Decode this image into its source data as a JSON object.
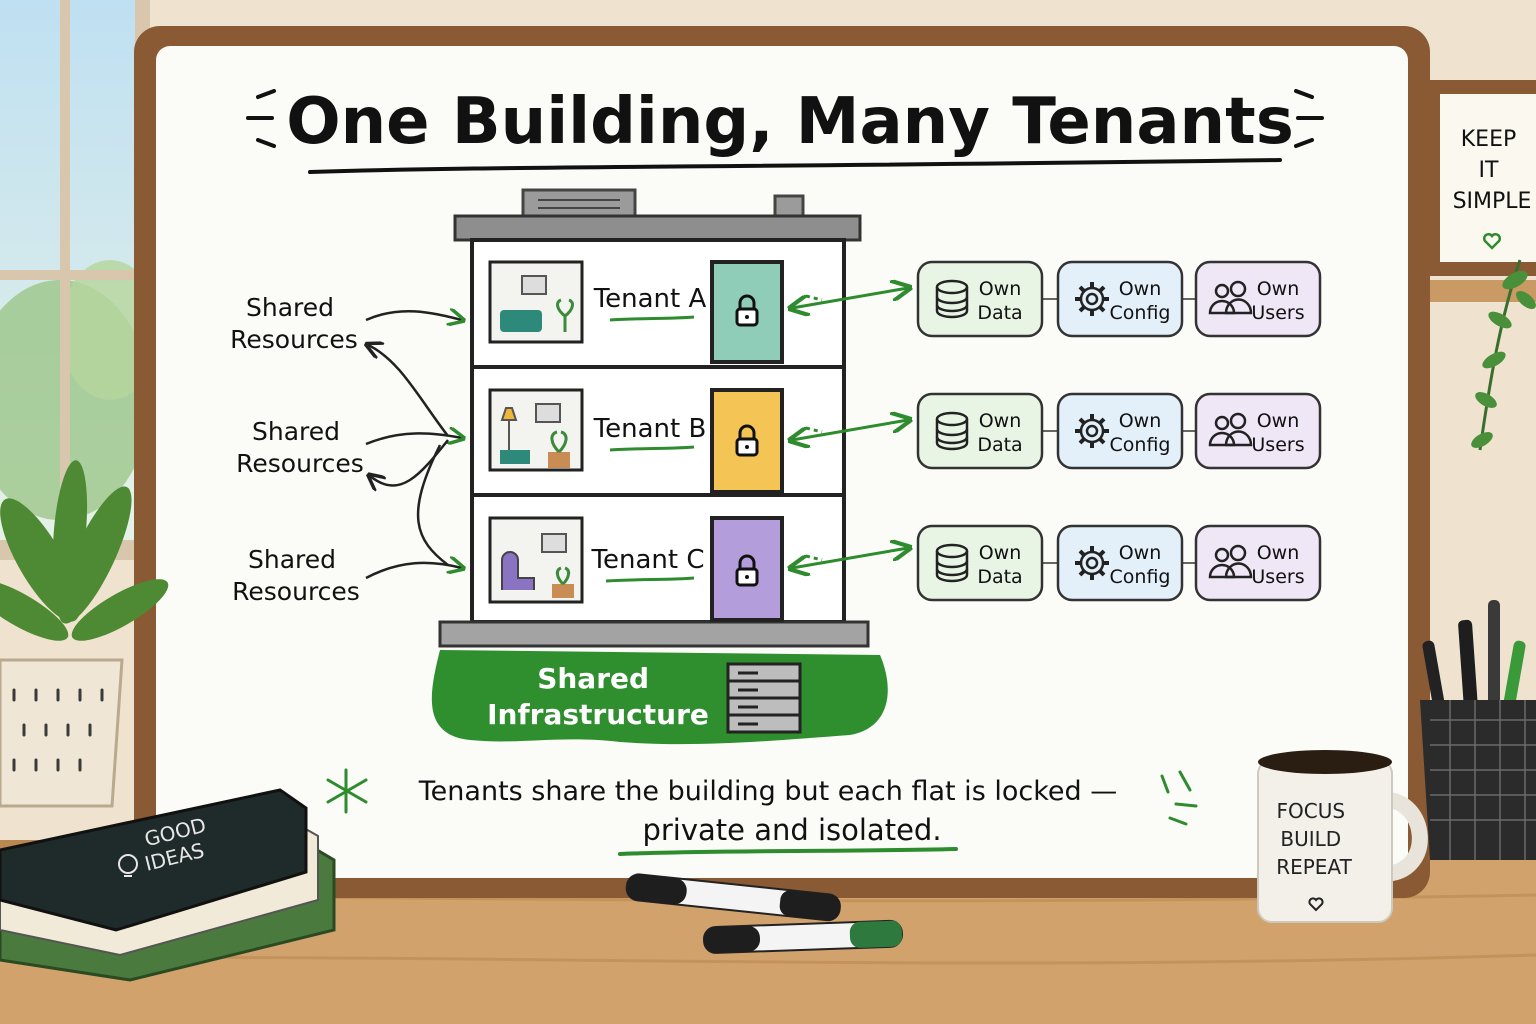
{
  "title": "One Building, Many Tenants",
  "side_labels": [
    "Shared\nResources",
    "Shared\nResources",
    "Shared\nResources"
  ],
  "tenants": [
    {
      "name": "Tenant A",
      "door_color": "#8fcdb9",
      "attributes": [
        {
          "icon": "database-icon",
          "label": "Own\nData"
        },
        {
          "icon": "gear-icon",
          "label": "Own\nConfig"
        },
        {
          "icon": "users-icon",
          "label": "Own\nUsers"
        }
      ]
    },
    {
      "name": "Tenant B",
      "door_color": "#f4c455",
      "attributes": [
        {
          "icon": "database-icon",
          "label": "Own\nData"
        },
        {
          "icon": "gear-icon",
          "label": "Own\nConfig"
        },
        {
          "icon": "users-icon",
          "label": "Own\nUsers"
        }
      ]
    },
    {
      "name": "Tenant C",
      "door_color": "#b39ddb",
      "attributes": [
        {
          "icon": "database-icon",
          "label": "Own\nData"
        },
        {
          "icon": "gear-icon",
          "label": "Own\nConfig"
        },
        {
          "icon": "users-icon",
          "label": "Own\nUsers"
        }
      ]
    }
  ],
  "foundation_label": "Shared\nInfrastructure",
  "caption": {
    "line1": "Tenants share the building but each flat is locked —",
    "line2": "private and isolated."
  },
  "poster": "KEEP\nIT\nSIMPLE",
  "mug": "FOCUS\nBUILD\nREPEAT",
  "book": "GOOD\nIDEAS",
  "colors": {
    "accent_green": "#2e8b2e",
    "foundation_green": "#2f8f2f",
    "data_card": "#e8f5e4",
    "config_card": "#e3f0fa",
    "users_card": "#efe6f6"
  }
}
